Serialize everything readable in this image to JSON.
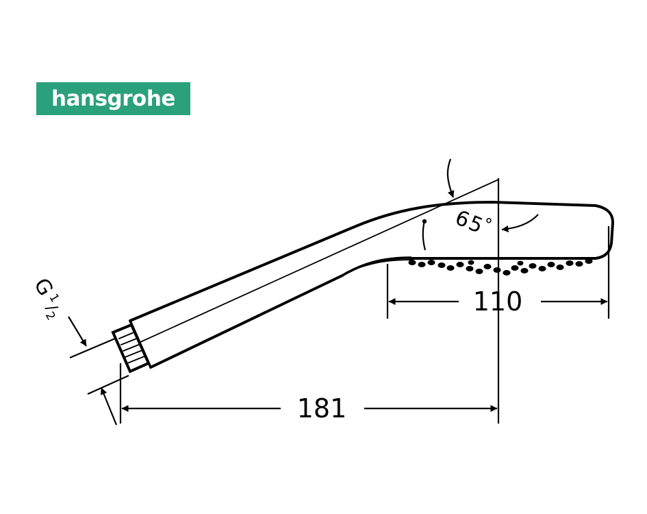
{
  "brand": {
    "name": "hansgrohe",
    "color": "#2ba07c",
    "text_color": "#ffffff"
  },
  "drawing": {
    "subject": "hand shower",
    "line_color": "#000000",
    "dimensions": {
      "overall_length": "181",
      "head_length": "110",
      "angle_value": "65",
      "angle_unit": "°",
      "thread_letter": "G",
      "thread_numerator": "1",
      "thread_denominator": "2"
    }
  }
}
